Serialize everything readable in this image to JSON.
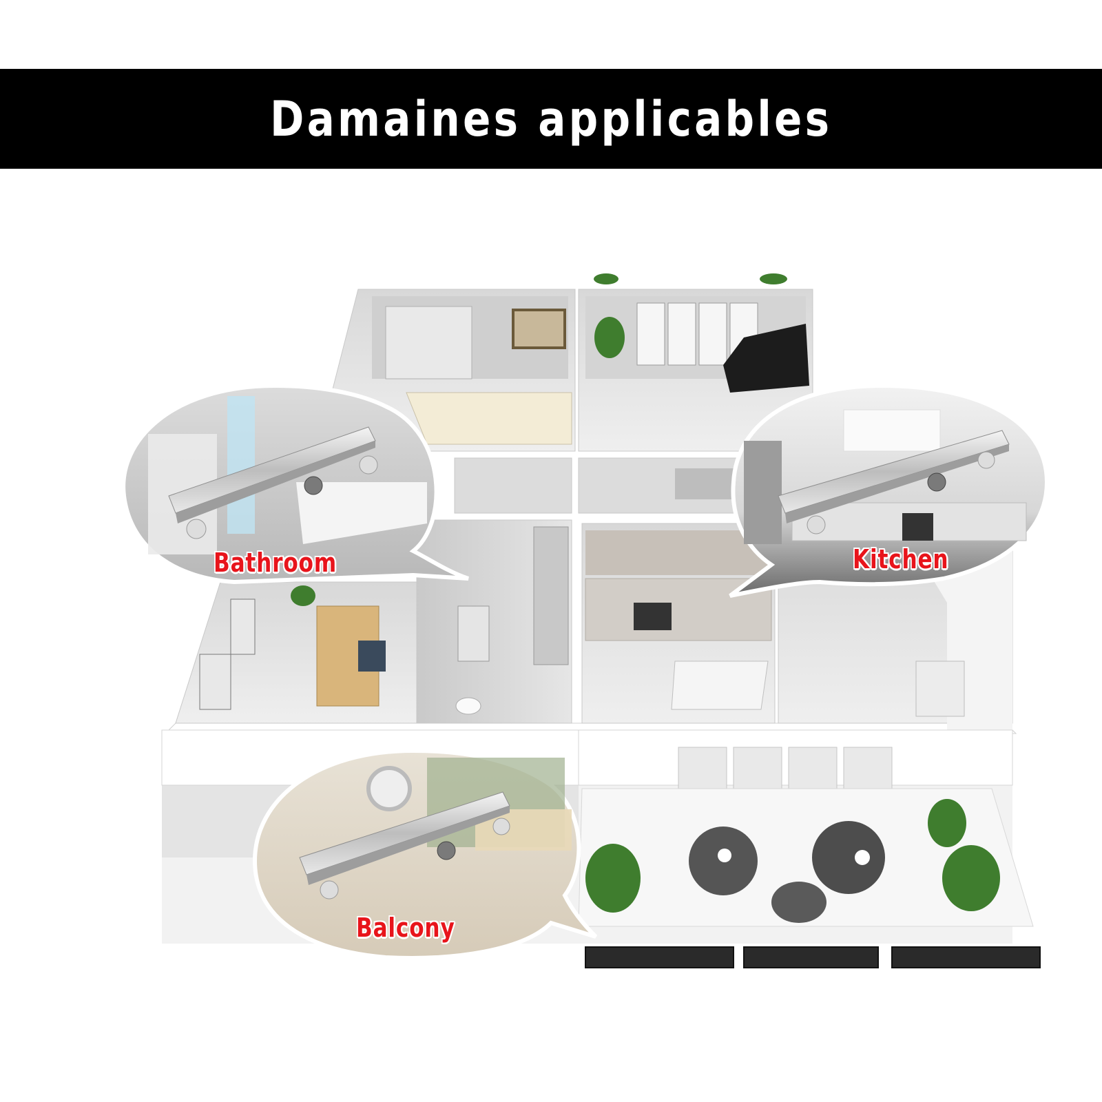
{
  "banner": {
    "title": "Damaines applicables"
  },
  "callouts": [
    {
      "id": "bathroom",
      "label": "Bathroom"
    },
    {
      "id": "kitchen",
      "label": "Kitchen"
    },
    {
      "id": "balcony",
      "label": "Balcony"
    }
  ],
  "colors": {
    "banner_bg": "#000000",
    "banner_text": "#ffffff",
    "label_red": "#e8141b"
  }
}
